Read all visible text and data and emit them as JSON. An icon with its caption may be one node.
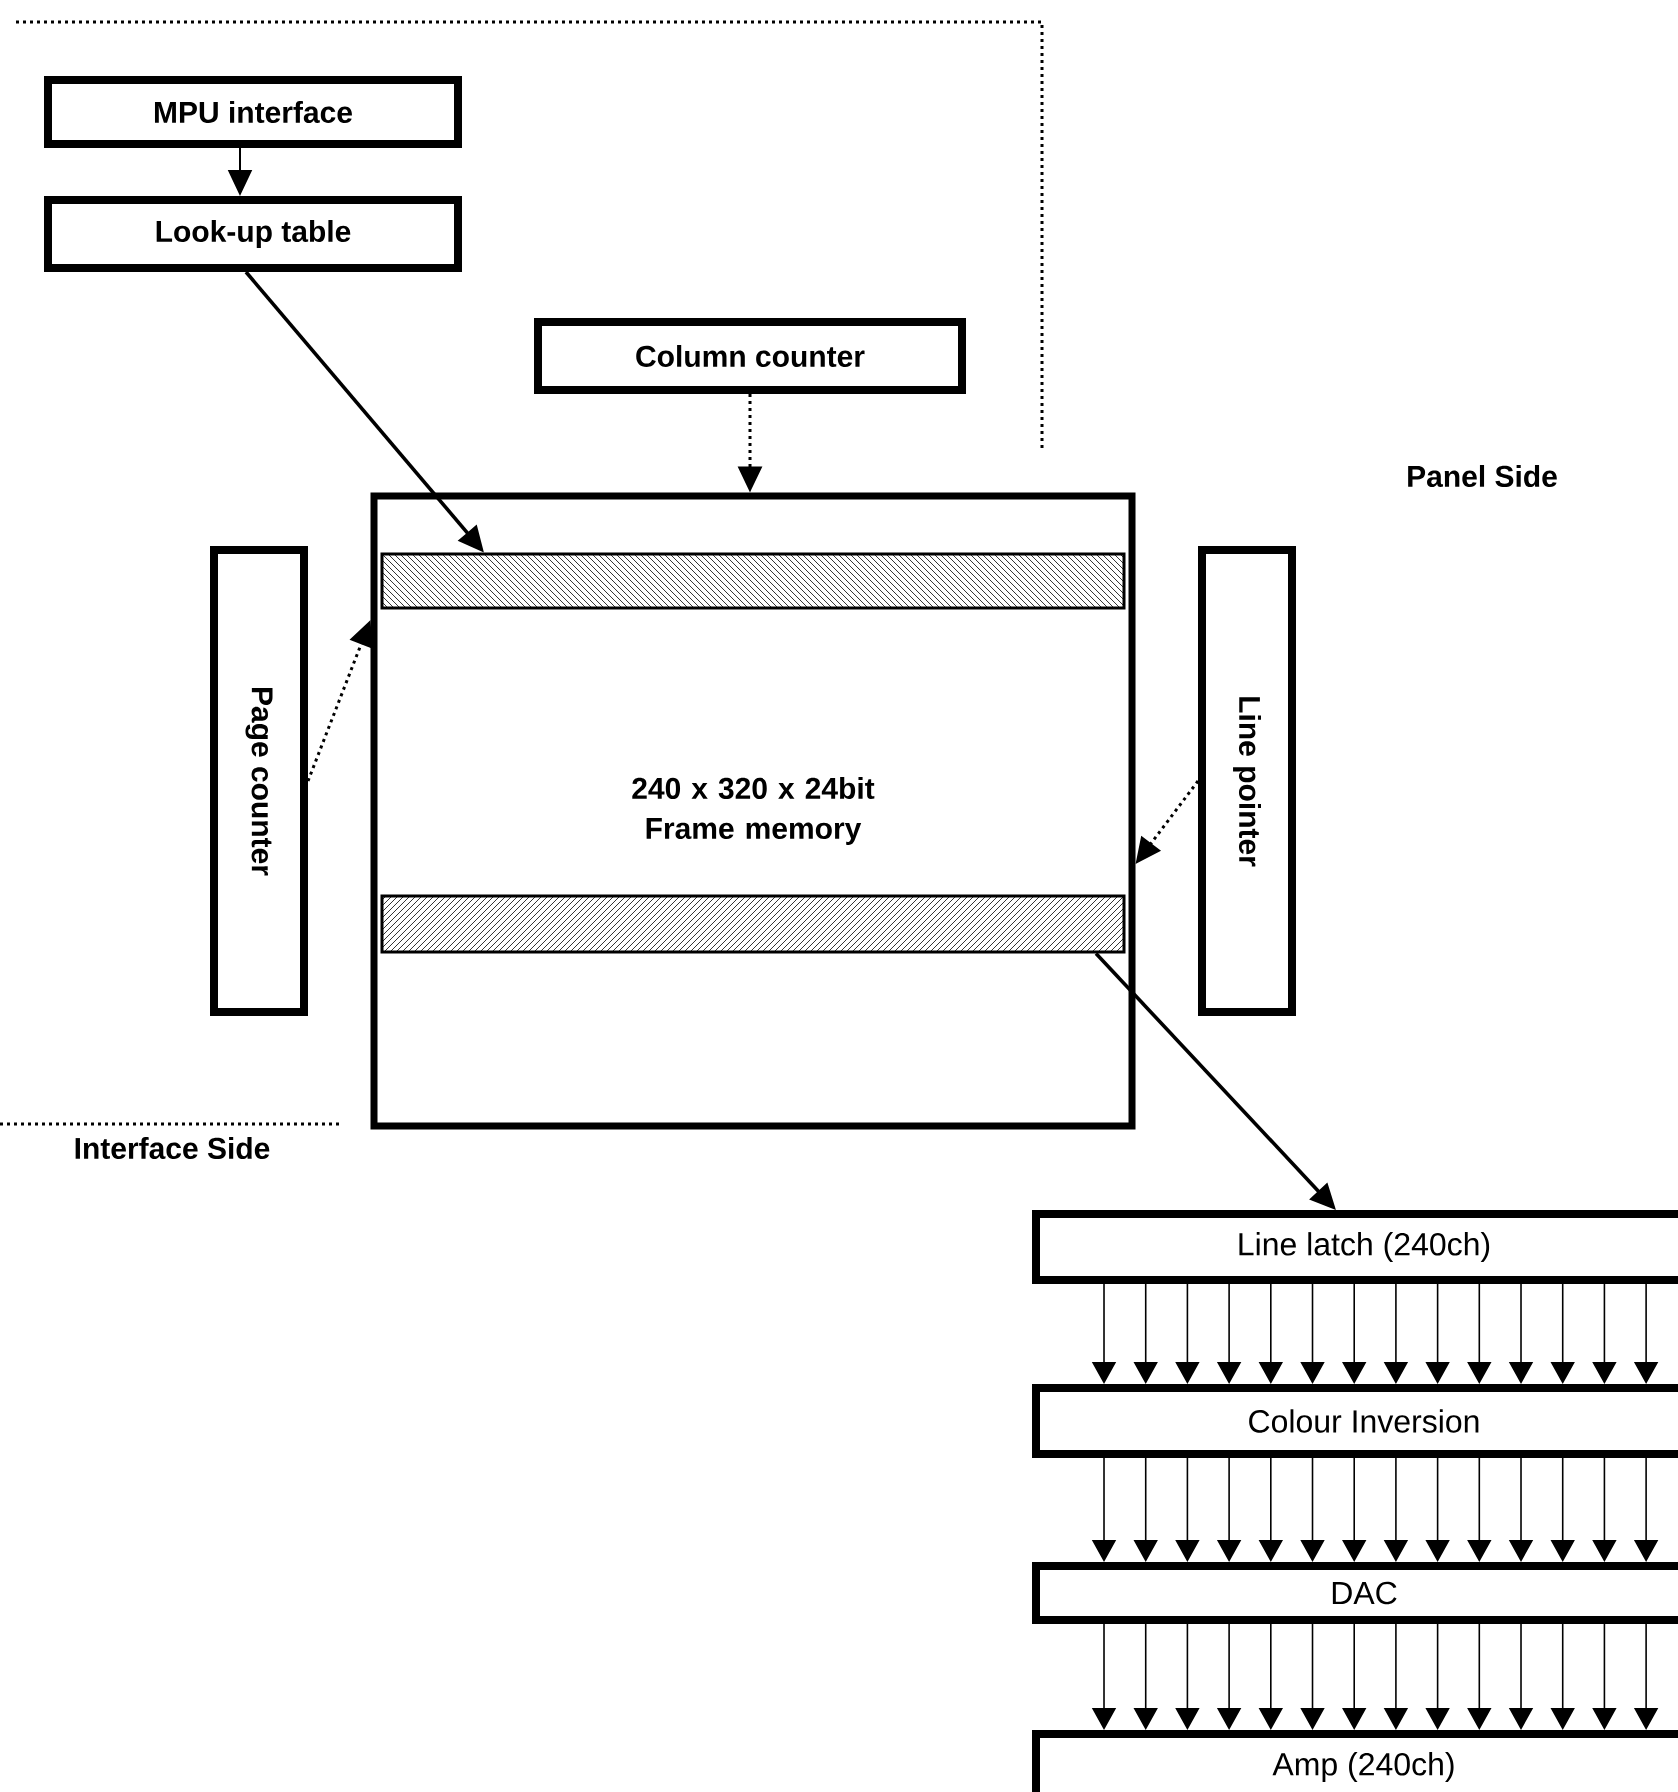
{
  "diagram": {
    "nodes": [
      {
        "text": [
          "MPU interface"
        ]
      },
      {
        "text": [
          "Look-up table"
        ]
      },
      {
        "text": [
          "Column counter"
        ]
      },
      {
        "text": [
          "240 x 320 x 24bit Frame memory"
        ]
      },
      {
        "text": [],
        "shape": "bar",
        "in": 3
      },
      {
        "text": [],
        "shape": "bar",
        "in": 3
      },
      {
        "text": [
          "Page counter"
        ]
      },
      {
        "text": [
          "Line pointer"
        ]
      },
      {
        "text": [
          "Line latch (240ch)"
        ]
      },
      {
        "text": [
          "Colour Inversion"
        ]
      },
      {
        "text": [
          "DAC"
        ]
      },
      {
        "text": [
          "Amp (240ch)"
        ]
      }
    ],
    "edges": [
      {
        "from": 0,
        "to": 1,
        "arrow": "to"
      },
      {
        "from": 1,
        "to": 4,
        "arrow": "to"
      },
      {
        "from": 2,
        "to": 3,
        "arrow": "to",
        "style": "dashed"
      },
      {
        "from": 6,
        "to": 3,
        "arrow": "to",
        "style": "dashed"
      },
      {
        "from": 7,
        "to": 3,
        "arrow": "to",
        "style": "dashed"
      },
      {
        "from": 5,
        "to": 8,
        "arrow": "to"
      },
      {
        "from": 8,
        "to": 9,
        "arrow": "to"
      },
      {
        "from": 8,
        "to": 9,
        "arrow": "to"
      },
      {
        "from": 8,
        "to": 9,
        "arrow": "to"
      },
      {
        "from": 8,
        "to": 9,
        "arrow": "to"
      },
      {
        "from": 8,
        "to": 9,
        "arrow": "to"
      },
      {
        "from": 8,
        "to": 9,
        "arrow": "to"
      },
      {
        "from": 8,
        "to": 9,
        "arrow": "to"
      },
      {
        "from": 8,
        "to": 9,
        "arrow": "to"
      },
      {
        "from": 8,
        "to": 9,
        "arrow": "to"
      },
      {
        "from": 8,
        "to": 9,
        "arrow": "to"
      },
      {
        "from": 8,
        "to": 9,
        "arrow": "to"
      },
      {
        "from": 8,
        "to": 9,
        "arrow": "to"
      },
      {
        "from": 8,
        "to": 9,
        "arrow": "to"
      },
      {
        "from": 8,
        "to": 9,
        "arrow": "to"
      },
      {
        "from": 9,
        "to": 10,
        "arrow": "to"
      },
      {
        "from": 9,
        "to": 10,
        "arrow": "to"
      },
      {
        "from": 9,
        "to": 10,
        "arrow": "to"
      },
      {
        "from": 9,
        "to": 10,
        "arrow": "to"
      },
      {
        "from": 9,
        "to": 10,
        "arrow": "to"
      },
      {
        "from": 9,
        "to": 10,
        "arrow": "to"
      },
      {
        "from": 9,
        "to": 10,
        "arrow": "to"
      },
      {
        "from": 9,
        "to": 10,
        "arrow": "to"
      },
      {
        "from": 9,
        "to": 10,
        "arrow": "to"
      },
      {
        "from": 9,
        "to": 10,
        "arrow": "to"
      },
      {
        "from": 9,
        "to": 10,
        "arrow": "to"
      },
      {
        "from": 9,
        "to": 10,
        "arrow": "to"
      },
      {
        "from": 9,
        "to": 10,
        "arrow": "to"
      },
      {
        "from": 9,
        "to": 10,
        "arrow": "to"
      },
      {
        "from": 10,
        "to": 11,
        "arrow": "to"
      },
      {
        "from": 10,
        "to": 11,
        "arrow": "to"
      },
      {
        "from": 10,
        "to": 11,
        "arrow": "to"
      },
      {
        "from": 10,
        "to": 11,
        "arrow": "to"
      },
      {
        "from": 10,
        "to": 11,
        "arrow": "to"
      },
      {
        "from": 10,
        "to": 11,
        "arrow": "to"
      },
      {
        "from": 10,
        "to": 11,
        "arrow": "to"
      },
      {
        "from": 10,
        "to": 11,
        "arrow": "to"
      },
      {
        "from": 10,
        "to": 11,
        "arrow": "to"
      },
      {
        "from": 10,
        "to": 11,
        "arrow": "to"
      },
      {
        "from": 10,
        "to": 11,
        "arrow": "to"
      },
      {
        "from": 10,
        "to": 11,
        "arrow": "to"
      },
      {
        "from": 10,
        "to": 11,
        "arrow": "to"
      },
      {
        "from": 10,
        "to": 11,
        "arrow": "to"
      }
    ],
    "labels": [
      "Panel Side",
      "Interface Side"
    ]
  }
}
